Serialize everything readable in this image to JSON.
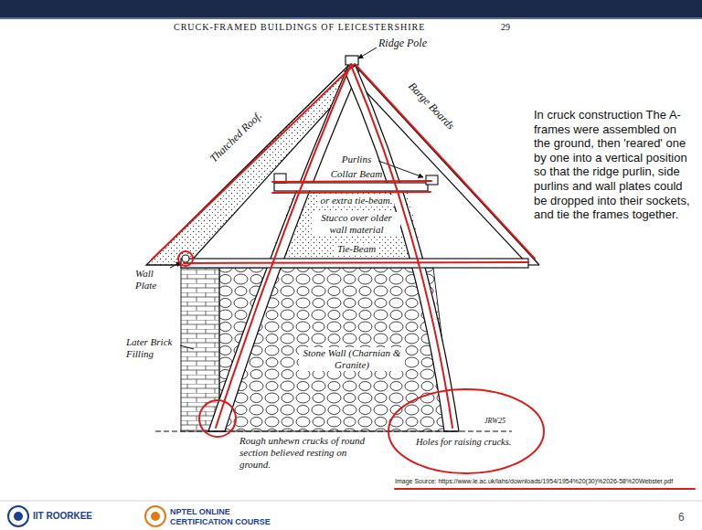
{
  "diagram": {
    "labels": [
      "CRUCK-FRAMED BUILDINGS OF LEICESTERSHIRE",
      "29",
      "Ridge Pole",
      "Thatched Roof.",
      "Barge Boards",
      "Purlins",
      "Collar Beam",
      "or extra tie-beam.",
      "Stucco over older wall material",
      "Tie-Beam",
      "Wall Plate",
      "Later Brick Filling",
      "Stone Wall (Charnian & Granite)",
      "Rough unhewn crucks of round section believed resting on ground.",
      "Holes for raising crucks.",
      "JRW25",
      "In cruck construction The A- frames were assembled on the ground, then 'reared' one by one into a vertical position so that the ridge purlin, side purlins and wall plates could be dropped into their sockets, and tie the frames together.",
      "Image Source: https://www.le.ac.uk/lahs/downloads/1954/1954%20(30)%2026-58%20Webster.pdf",
      "IIT ROORKEE",
      "NPTEL ONLINE CERTIFICATION COURSE",
      "6"
    ]
  }
}
